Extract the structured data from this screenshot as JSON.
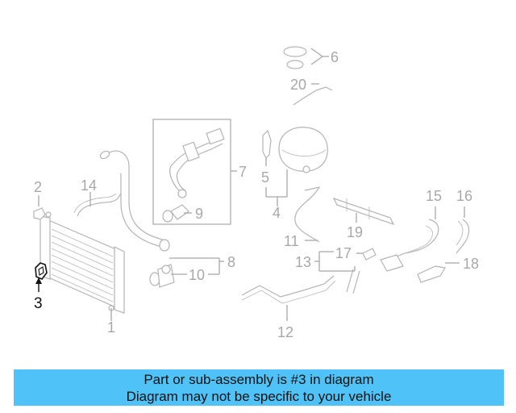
{
  "diagram": {
    "callouts": {
      "c1": "1",
      "c2": "2",
      "c3": "3",
      "c4": "4",
      "c5": "5",
      "c6": "6",
      "c7": "7",
      "c8": "8",
      "c9": "9",
      "c10": "10",
      "c11": "11",
      "c12": "12",
      "c13": "13",
      "c14": "14",
      "c15": "15",
      "c16": "16",
      "c17": "17",
      "c18": "18",
      "c19": "19",
      "c20": "20"
    },
    "highlighted_part": "3",
    "line_color": "#a8a8a8",
    "highlight_color": "#111111"
  },
  "banner": {
    "line1": "Part or sub-assembly is #3 in diagram",
    "line2": "Diagram may not be specific to your vehicle",
    "background": "#4fc3f7"
  }
}
